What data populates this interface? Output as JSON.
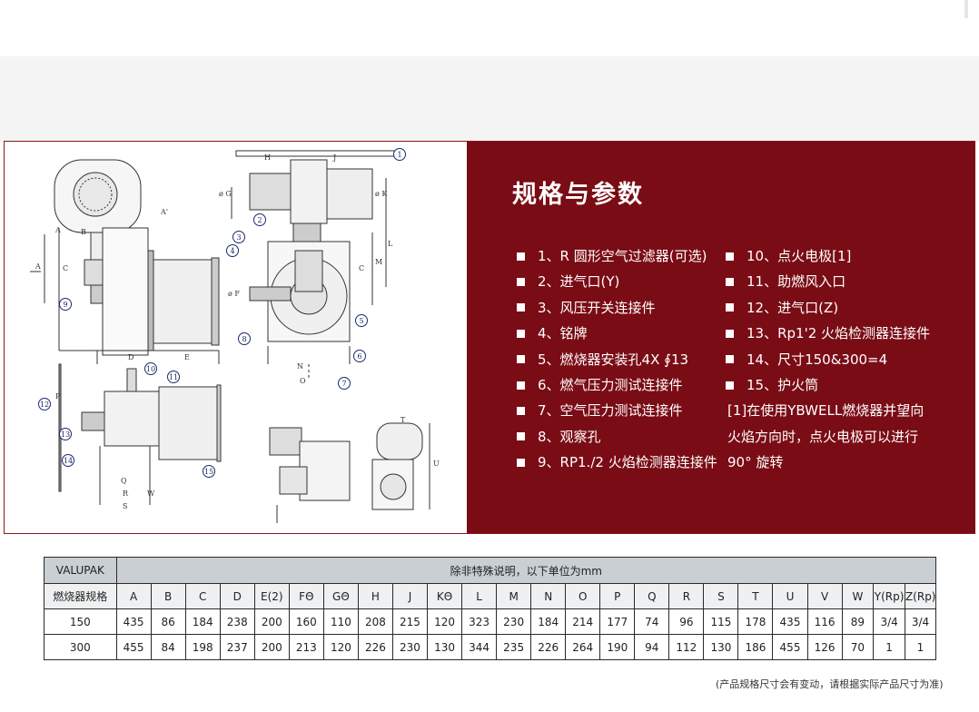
{
  "panel": {
    "title": "规格与参数",
    "items_left": [
      "1、R 圆形空气过滤器(可选)",
      "2、进气口(Y)",
      "3、风压开关连接件",
      "4、铭牌",
      "5、燃烧器安装孔4X ∮13",
      "6、燃气压力测试连接件",
      "7、空气压力测试连接件",
      "8、观察孔",
      "9、RP1./2 火焰检测器连接件"
    ],
    "items_right": [
      "10、点火电极[1]",
      "11、助燃风入口",
      "12、进气口(Z)",
      "13、Rp1'2 火焰检测器连接件",
      "14、尺寸150&300=4",
      "15、护火筒"
    ],
    "note_lines": [
      "[1]在使用YBWELL燃烧器并望向",
      "火焰方向时，点火电极可以进行",
      "90° 旋转"
    ],
    "accent_color": "#7a0c16"
  },
  "drawing": {
    "labels": {
      "H": "H",
      "J": "J",
      "A_prime": "A'",
      "A": "A",
      "B": "B",
      "C": "C",
      "D": "D",
      "E": "E",
      "phiG": "ø G",
      "phiK": "ø K",
      "phiF": "ø F",
      "L": "L",
      "M": "M",
      "N": "N",
      "O": "O",
      "P": "P",
      "Q": "Q",
      "R": "R",
      "S": "S",
      "W": "W",
      "T": "T",
      "U": "U"
    },
    "callouts": [
      "1",
      "2",
      "3",
      "4",
      "5",
      "6",
      "7",
      "8",
      "9",
      "10",
      "11",
      "12",
      "13",
      "14",
      "15"
    ]
  },
  "table": {
    "brand": "VALUPAK",
    "unit_note": "除非特殊说明，以下单位为mm",
    "spec_label": "燃烧器规格",
    "columns": [
      "A",
      "B",
      "C",
      "D",
      "E(2)",
      "FΘ",
      "GΘ",
      "H",
      "J",
      "KΘ",
      "L",
      "M",
      "N",
      "O",
      "P",
      "Q",
      "R",
      "S",
      "T",
      "U",
      "V",
      "W",
      "Y(Rp)",
      "Z(Rp)"
    ],
    "rows": [
      {
        "name": "150",
        "values": [
          "435",
          "86",
          "184",
          "238",
          "200",
          "160",
          "110",
          "208",
          "215",
          "120",
          "323",
          "230",
          "184",
          "214",
          "177",
          "74",
          "96",
          "115",
          "178",
          "435",
          "116",
          "89",
          "3/4",
          "3/4"
        ]
      },
      {
        "name": "300",
        "values": [
          "455",
          "84",
          "198",
          "237",
          "200",
          "213",
          "120",
          "226",
          "230",
          "130",
          "344",
          "235",
          "226",
          "264",
          "190",
          "94",
          "112",
          "130",
          "186",
          "455",
          "126",
          "70",
          "1",
          "1"
        ]
      }
    ]
  },
  "disclaimer": "(产品规格尺寸会有变动，请根据实际产品尺寸为准)"
}
